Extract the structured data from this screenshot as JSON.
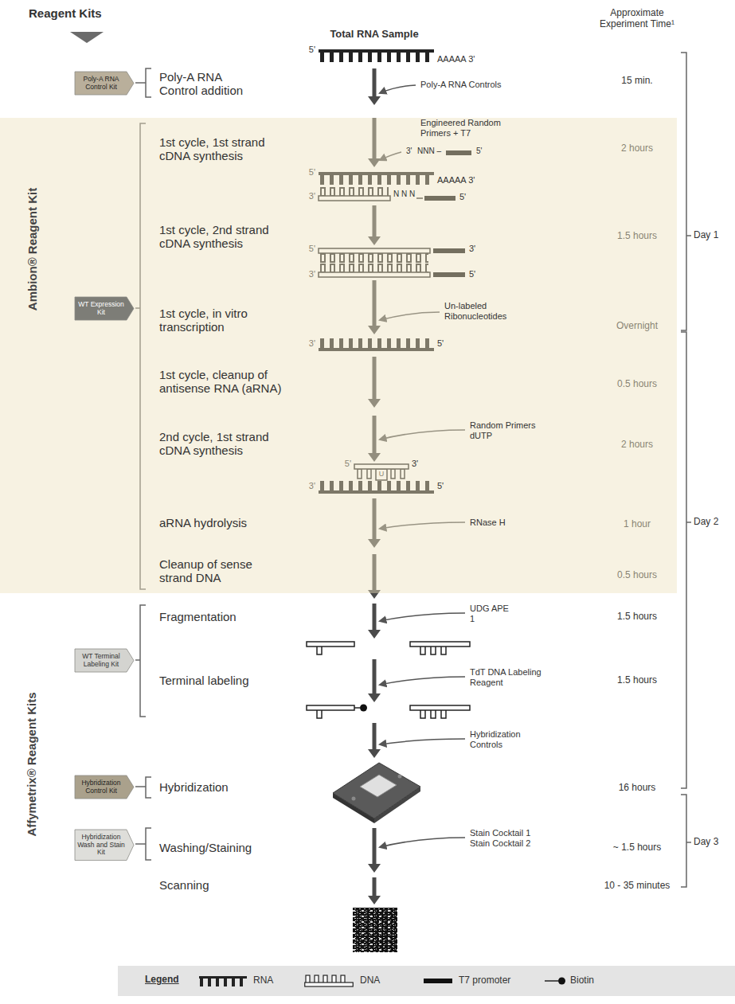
{
  "diagram": {
    "nodes": [
      {
        "text": [
          "Poly-A RNA Control Kit"
        ]
      },
      {
        "text": [
          "Ambion® Reagent Kit"
        ]
      },
      {
        "text": [
          "WT Expression Kit"
        ],
        "in": 1
      },
      {
        "text": [
          "WT Terminal Labeling Kit"
        ]
      },
      {
        "text": [
          "Hybridization Control Kit"
        ]
      },
      {
        "text": [
          "Hybridization Wash and Stain Kit"
        ]
      }
    ],
    "labels": [
      "Reagent Kits",
      "Total RNA Sample",
      "Approximate Experiment Time¹",
      "5'",
      "AAAAA 3'",
      "Poly-A RNA Control addition",
      "Poly-A RNA Controls",
      "15 min.",
      "1st cycle, 1st strand cDNA synthesis",
      "Engineered Random Primers + T7",
      "3'",
      "NNN –",
      "5'",
      "2 hours",
      "5'",
      "AAAAA 3'",
      "3'",
      "N N N",
      "5'",
      "1st cycle, 2nd strand cDNA synthesis",
      "1.5 hours",
      "5'",
      "3'",
      "3'",
      "5'",
      "1st cycle, in vitro transcription",
      "Un-labeled Ribonucleotides",
      "Overnight",
      "3'",
      "5'",
      "1st cycle, cleanup of antisense RNA (aRNA)",
      "0.5 hours",
      "2nd cycle, 1st strand cDNA synthesis",
      "Random Primers dUTP",
      "2 hours",
      "5'",
      "U",
      "3'",
      "3'",
      "5'",
      "aRNA hydrolysis",
      "RNase H",
      "1 hour",
      "Cleanup of sense strand DNA",
      "0.5 hours",
      "Fragmentation",
      "UDG APE 1",
      "1.5 hours",
      "Terminal labeling",
      "TdT DNA Labeling Reagent",
      "1.5 hours",
      "Hybridization Controls",
      "Hybridization",
      "16 hours",
      "Stain Cocktail 1 Stain Cocktail 2",
      "Washing/Staining",
      "~ 1.5 hours",
      "Scanning",
      "10 - 35 minutes",
      "Day 1",
      "Day 2",
      "Day 3",
      "Affymetrix® Reagent Kits",
      "Legend"
    ],
    "legend": [
      {
        "text": "RNA"
      },
      {
        "text": "DNA"
      },
      {
        "text": "T7 promoter",
        "color": "#111111"
      },
      {
        "text": "Biotin"
      }
    ]
  }
}
